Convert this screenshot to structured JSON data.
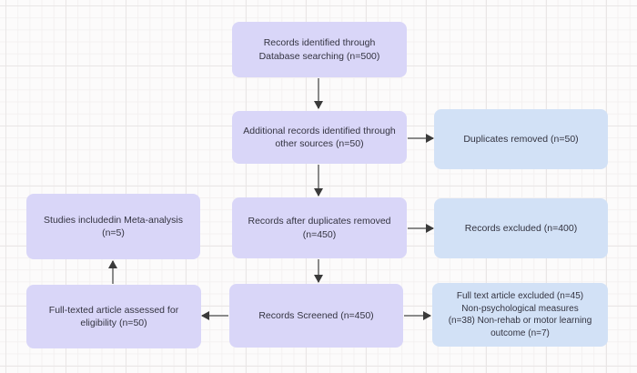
{
  "diagram": {
    "type": "flowchart",
    "title": "PRISMA-style study selection flow"
  },
  "colors": {
    "lavender": "#d9d6f8",
    "blue": "#d2e1f6",
    "text": "#333340",
    "arrow_line": "#8a8a8a",
    "arrow_head": "#3a3a3a"
  },
  "nodes": [
    {
      "id": "records-identified",
      "fill": "lavender",
      "text": "Records identified through\nDatabase searching (n=500)"
    },
    {
      "id": "additional-records",
      "fill": "lavender",
      "text": "Additional records identified through\nother sources (n=50)"
    },
    {
      "id": "after-duplicates",
      "fill": "lavender",
      "text": "Records after duplicates removed\n(n=450)"
    },
    {
      "id": "records-screened",
      "fill": "lavender",
      "text": "Records Screened (n=450)"
    },
    {
      "id": "duplicates-removed",
      "fill": "blue",
      "text": "Duplicates removed (n=50)"
    },
    {
      "id": "records-excluded",
      "fill": "blue",
      "text": "Records excluded (n=400)"
    },
    {
      "id": "fulltext-excluded",
      "fill": "blue",
      "text": "Full text article excluded (n=45)\nNon-psychological measures\n(n=38) Non-rehab or motor learning\noutcome (n=7)"
    },
    {
      "id": "studies-included",
      "fill": "lavender",
      "text": "Studies includedin Meta-analysis\n(n=5)"
    },
    {
      "id": "fulltext-assessed",
      "fill": "lavender",
      "text": "Full-texted article assessed for\neligibility (n=50)"
    }
  ],
  "arrows": [
    {
      "from": "records-identified",
      "to": "additional-records",
      "direction": "down"
    },
    {
      "from": "additional-records",
      "to": "after-duplicates",
      "direction": "down"
    },
    {
      "from": "after-duplicates",
      "to": "records-screened",
      "direction": "down"
    },
    {
      "from": "additional-records",
      "to": "duplicates-removed",
      "direction": "right"
    },
    {
      "from": "after-duplicates",
      "to": "records-excluded",
      "direction": "right"
    },
    {
      "from": "records-screened",
      "to": "fulltext-excluded",
      "direction": "right"
    },
    {
      "from": "records-screened",
      "to": "fulltext-assessed",
      "direction": "left"
    },
    {
      "from": "fulltext-assessed",
      "to": "studies-included",
      "direction": "up"
    }
  ]
}
